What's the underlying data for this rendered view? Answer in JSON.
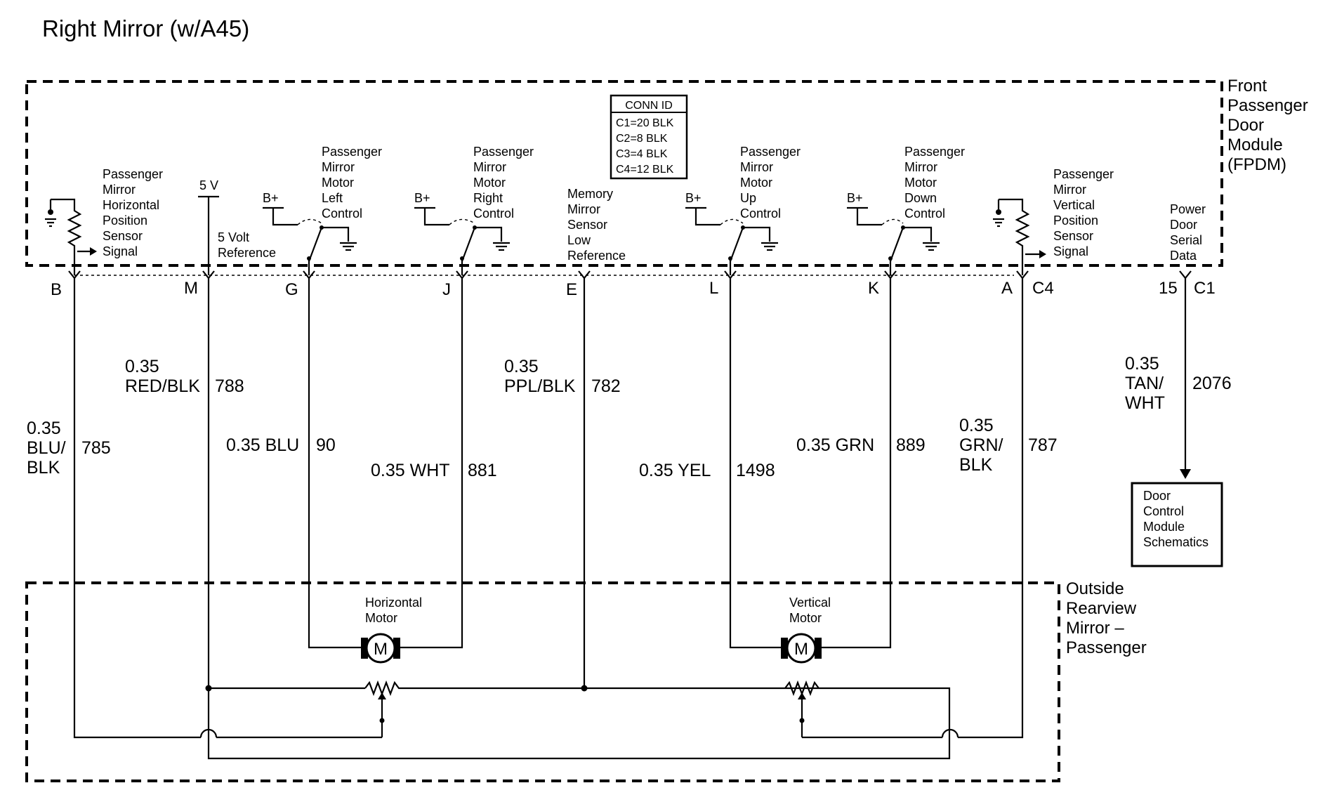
{
  "title": "Right Mirror (w/A45)",
  "modules": {
    "fpdm": [
      "Front",
      "Passenger",
      "Door",
      "Module",
      "(FPDM)"
    ],
    "mirror": [
      "Outside",
      "Rearview",
      "Mirror –",
      "Passenger"
    ]
  },
  "conn_id": {
    "header": "CONN ID",
    "rows": [
      "C1=20 BLK",
      "C2=8 BLK",
      "C3=4 BLK",
      "C4=12 BLK"
    ]
  },
  "supply": {
    "b_plus": "B+",
    "five_v": "5 V"
  },
  "circuit_labels": {
    "horiz_sensor": [
      "Passenger",
      "Mirror",
      "Horizontal",
      "Position",
      "Sensor",
      "Signal"
    ],
    "five_volt_ref": [
      "5 Volt",
      "Reference"
    ],
    "left_control": [
      "Passenger",
      "Mirror",
      "Motor",
      "Left",
      "Control"
    ],
    "right_control": [
      "Passenger",
      "Mirror",
      "Motor",
      "Right",
      "Control"
    ],
    "low_ref": [
      "Memory",
      "Mirror",
      "Sensor",
      "Low",
      "Reference"
    ],
    "up_control": [
      "Passenger",
      "Mirror",
      "Motor",
      "Up",
      "Control"
    ],
    "down_control": [
      "Passenger",
      "Mirror",
      "Motor",
      "Down",
      "Control"
    ],
    "vert_sensor": [
      "Passenger",
      "Mirror",
      "Vertical",
      "Position",
      "Sensor",
      "Signal"
    ],
    "serial_data": [
      "Power",
      "Door",
      "Serial",
      "Data"
    ]
  },
  "pins": {
    "B": "B",
    "M": "M",
    "G": "G",
    "J": "J",
    "E": "E",
    "L": "L",
    "K": "K",
    "A": "A",
    "C4": "C4",
    "p15": "15",
    "C1": "C1"
  },
  "wires": {
    "B": {
      "gauge_color": [
        "0.35",
        "BLU/",
        "BLK"
      ],
      "circuit": "785"
    },
    "M": {
      "gauge_color": [
        "0.35",
        "RED/BLK"
      ],
      "circuit": "788"
    },
    "G": {
      "gauge_color": [
        "0.35 BLU"
      ],
      "circuit": "90"
    },
    "J": {
      "gauge_color": [
        "0.35 WHT"
      ],
      "circuit": "881"
    },
    "E": {
      "gauge_color": [
        "0.35",
        "PPL/BLK"
      ],
      "circuit": "782"
    },
    "L": {
      "gauge_color": [
        "0.35 YEL"
      ],
      "circuit": "1498"
    },
    "K": {
      "gauge_color": [
        "0.35 GRN"
      ],
      "circuit": "889"
    },
    "A": {
      "gauge_color": [
        "0.35",
        "GRN/",
        "BLK"
      ],
      "circuit": "787"
    },
    "p15": {
      "gauge_color": [
        "0.35",
        "TAN/",
        "WHT"
      ],
      "circuit": "2076"
    }
  },
  "motors": {
    "horizontal": [
      "Horizontal",
      "Motor"
    ],
    "vertical": [
      "Vertical",
      "Motor"
    ],
    "symbol": "M"
  },
  "reference_box": [
    "Door",
    "Control",
    "Module",
    "Schematics"
  ]
}
